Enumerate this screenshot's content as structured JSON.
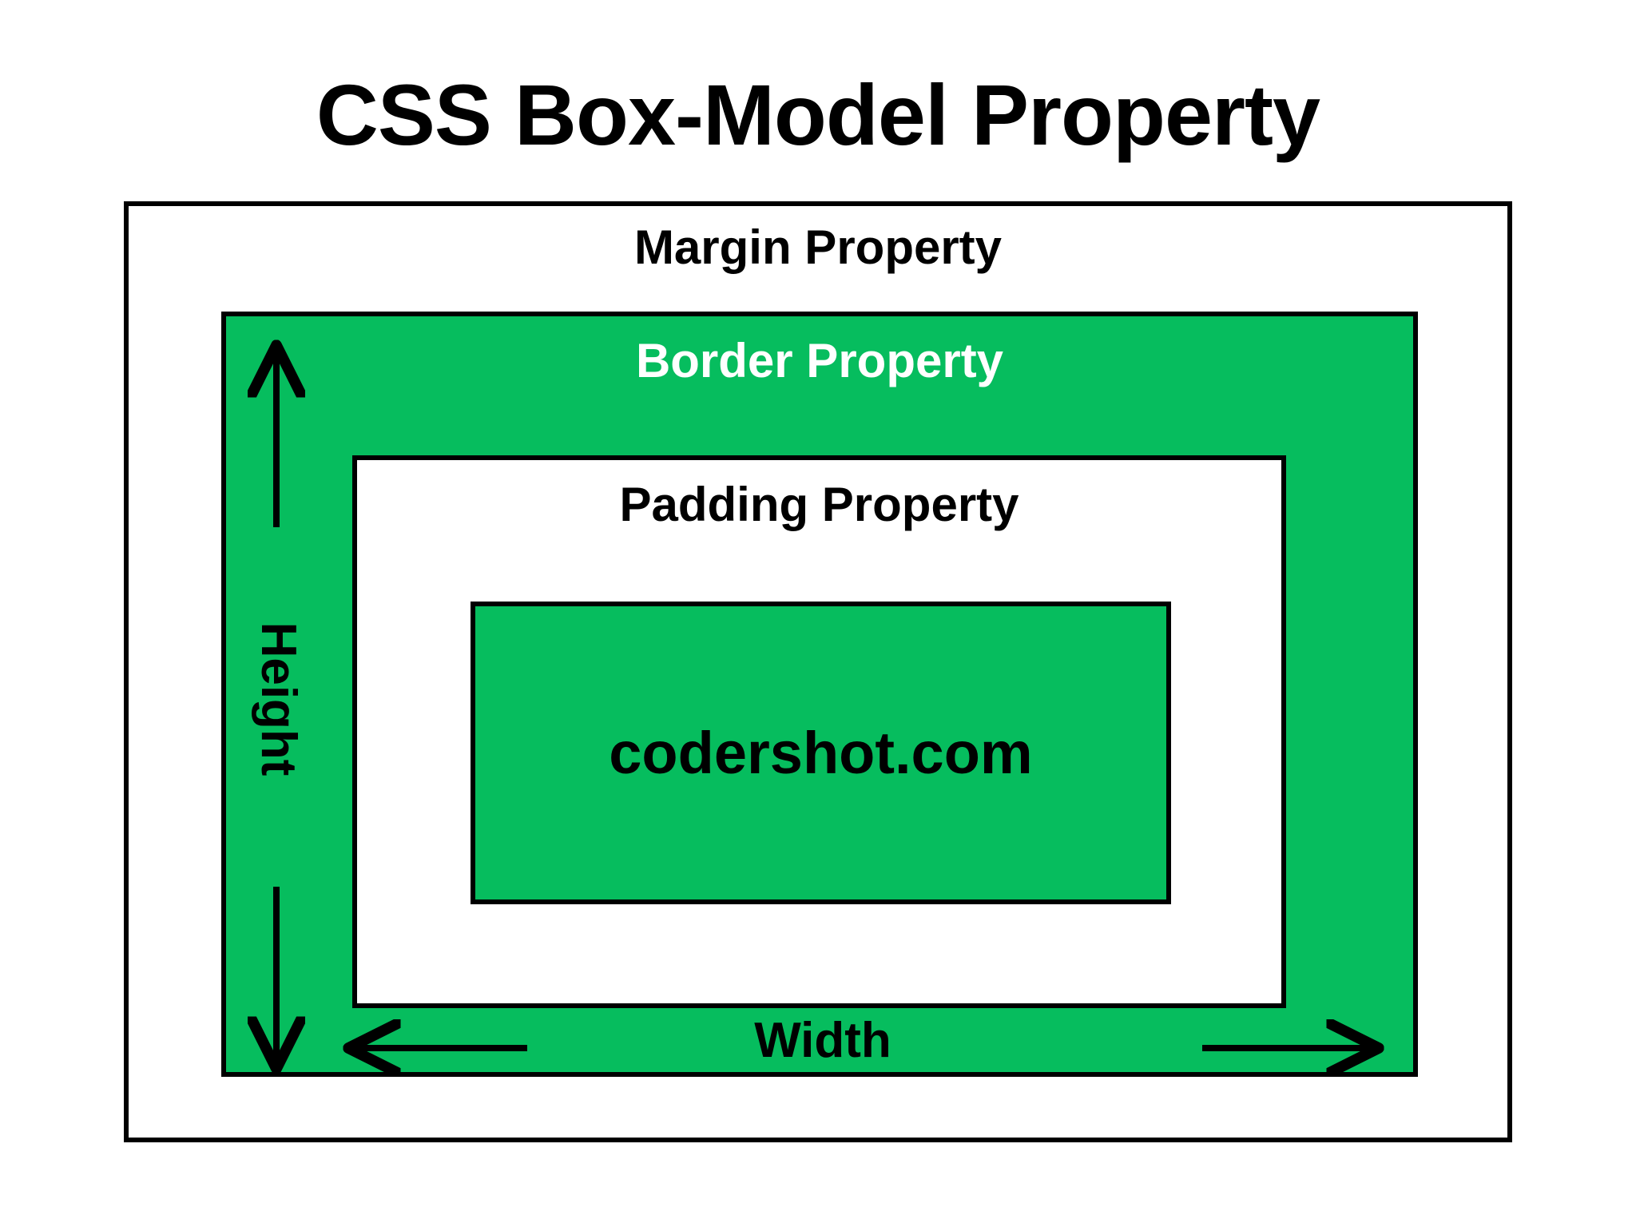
{
  "diagram": {
    "title": "CSS Box-Model Property",
    "accent_color": "#06bd5e",
    "border_color": "#000000",
    "background_color": "#ffffff",
    "boxes": {
      "margin": {
        "label": "Margin Property",
        "fill": "#ffffff",
        "text_color": "#000000"
      },
      "border": {
        "label": "Border Property",
        "fill": "#06bd5e",
        "text_color": "#ffffff"
      },
      "padding": {
        "label": "Padding Property",
        "fill": "#ffffff",
        "text_color": "#000000"
      },
      "content": {
        "label": "codershot.com",
        "fill": "#06bd5e",
        "text_color": "#000000"
      }
    },
    "dimensions": {
      "height_label": "Height",
      "width_label": "Width"
    },
    "arrows": [
      {
        "name": "height-arrow-up",
        "direction": "up"
      },
      {
        "name": "height-arrow-down",
        "direction": "down"
      },
      {
        "name": "width-arrow-left",
        "direction": "left"
      },
      {
        "name": "width-arrow-right",
        "direction": "right"
      }
    ]
  }
}
